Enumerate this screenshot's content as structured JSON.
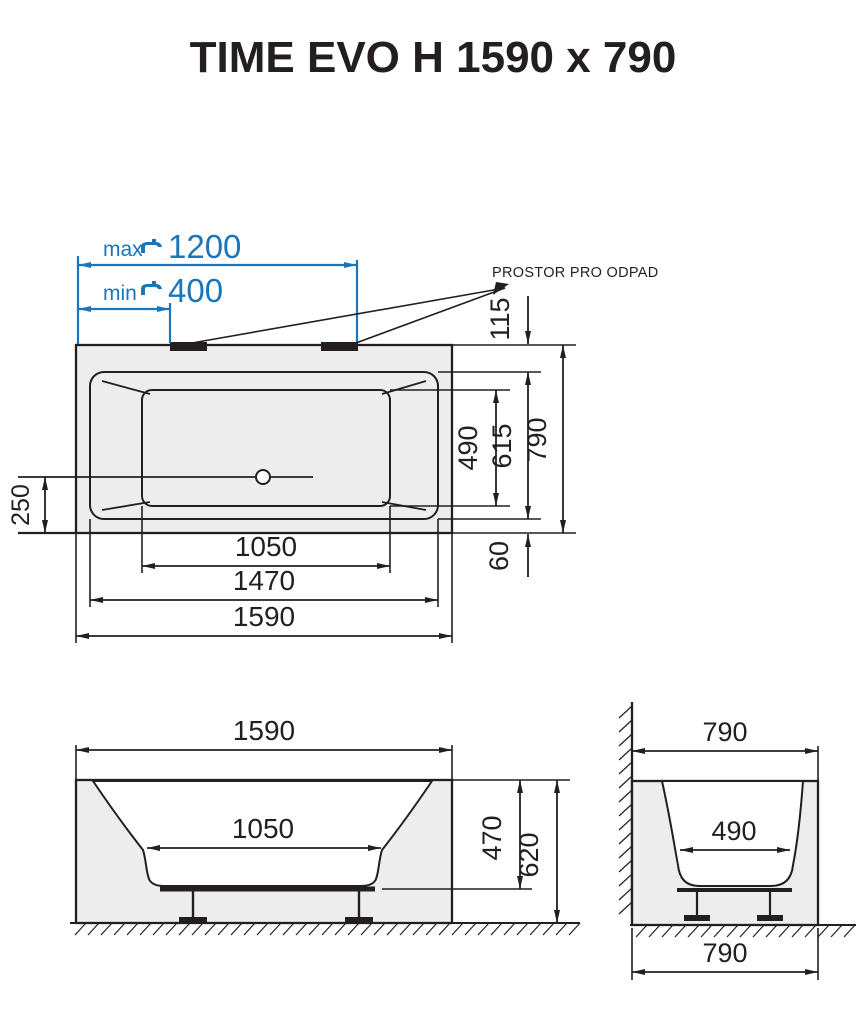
{
  "title": "TIME EVO H 1590 x 790",
  "colors": {
    "line": "#231f20",
    "tub_fill": "#ededee",
    "basin_fill": "#ffffff",
    "dimension_blue": "#1b75bb"
  },
  "top_view": {
    "tap_max": {
      "label": "max",
      "value": "1200"
    },
    "tap_min": {
      "label": "min",
      "value": "400"
    },
    "waste_label": "PROSTOR PRO ODPAD",
    "dim_top_overhang": "115",
    "dim_basin_width": "490",
    "dim_rim_width": "615",
    "dim_overall_width": "790",
    "dim_bottom_overhang": "60",
    "dim_drain_offset": "250",
    "dim_basin_length": "1050",
    "dim_rim_length": "1470",
    "dim_overall_length": "1590"
  },
  "front_view": {
    "dim_overall_length": "1590",
    "dim_basin_length": "1050",
    "dim_depth": "470",
    "dim_height": "620"
  },
  "side_view": {
    "dim_overall_width": "790",
    "dim_basin_width": "490",
    "dim_footprint_width": "790"
  }
}
